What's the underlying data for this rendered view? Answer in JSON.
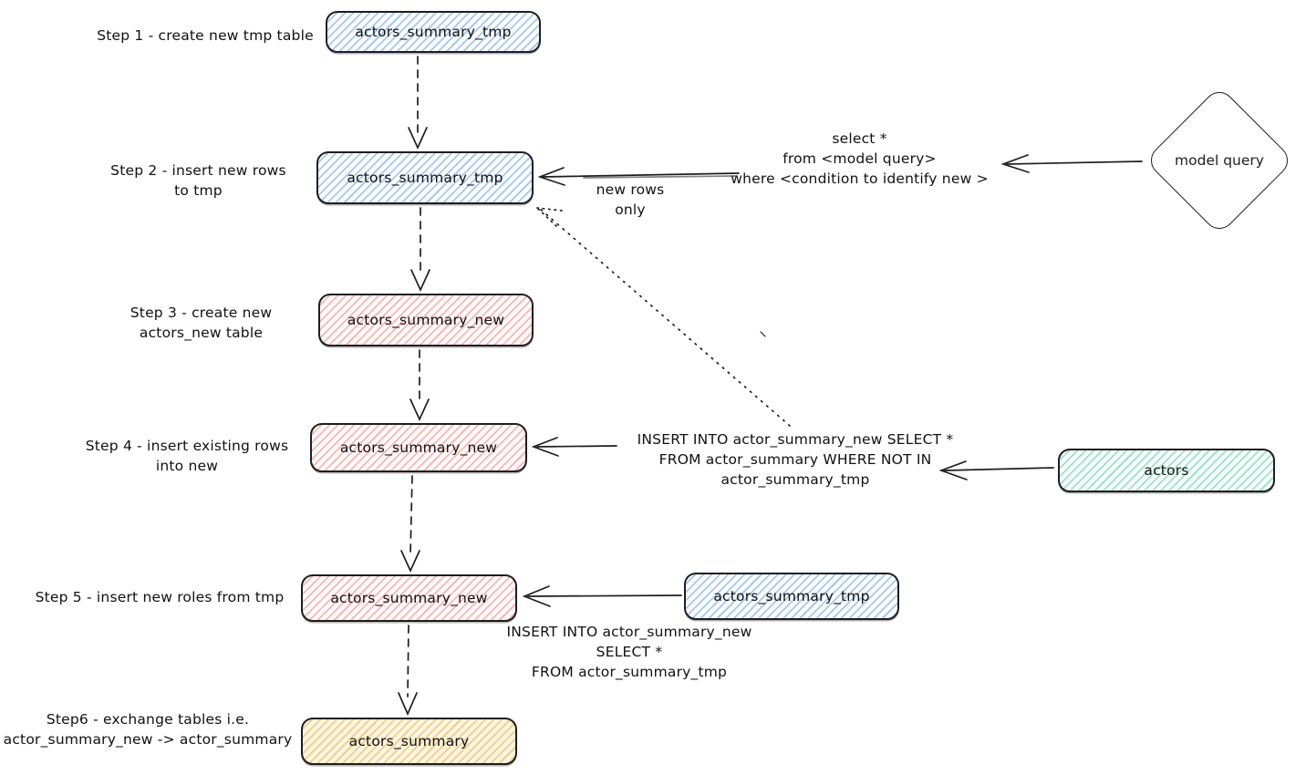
{
  "diagram": {
    "title_context": "table exchange workflow",
    "stroke_color": "#1e1e1e",
    "node_colors": {
      "blue": "#9ec9ec",
      "red": "#f0a8a8",
      "green": "#7ad2b4",
      "yellow": "#e9c26e"
    },
    "steps": [
      {
        "label": "Step 1 - create new tmp table",
        "node": "actors_summary_tmp"
      },
      {
        "label": "Step 2 - insert new rows\nto tmp",
        "node": "actors_summary_tmp"
      },
      {
        "label": "Step 3 - create new\nactors_new table",
        "node": "actors_summary_new"
      },
      {
        "label": "Step 4 - insert existing rows\ninto new",
        "node": "actors_summary_new"
      },
      {
        "label": "Step 5 - insert new roles from tmp",
        "node": "actors_summary_new"
      },
      {
        "label": "Step6 - exchange tables i.e.\nactor_summary_new -> actor_summary",
        "node": "actors_summary"
      }
    ],
    "side_nodes": {
      "model_query": "model query",
      "actors": "actors",
      "tmp_source": "actors_summary_tmp"
    },
    "annotations": {
      "select_query": "select *\nfrom <model query>\nwhere <condition to identify new >",
      "new_rows_only": "new rows only",
      "insert_not_in": "INSERT INTO actor_summary_new SELECT *\nFROM actor_summary WHERE NOT IN\nactor_summary_tmp",
      "insert_from_tmp": "INSERT INTO actor_summary_new\nSELECT *\nFROM actor_summary_tmp"
    }
  }
}
